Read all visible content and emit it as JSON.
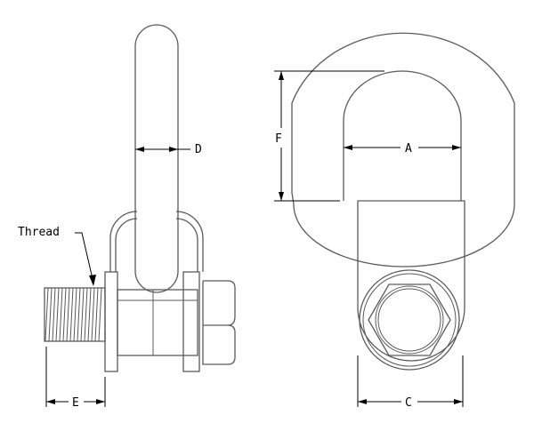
{
  "labels": {
    "thread": "Thread",
    "d": "D",
    "e": "E",
    "f": "F",
    "a": "A",
    "c": "C"
  }
}
